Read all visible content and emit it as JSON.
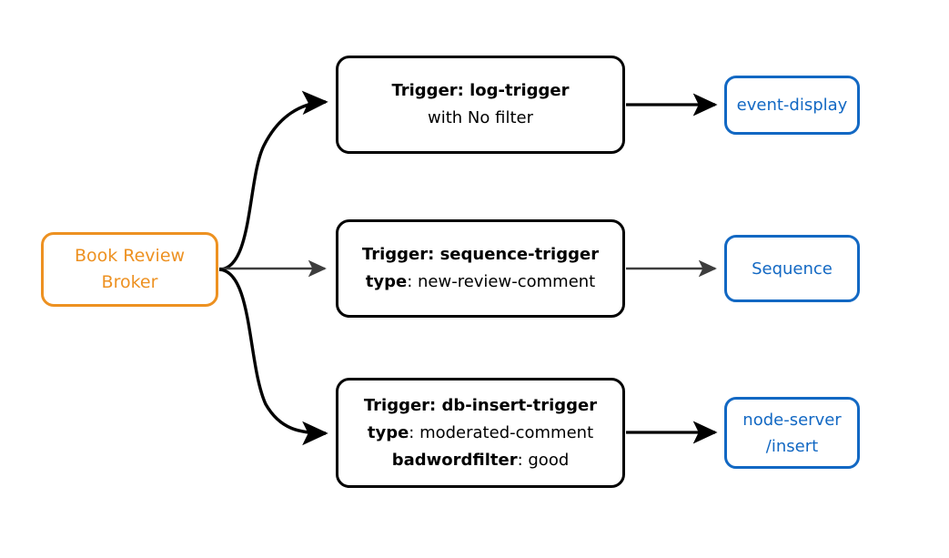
{
  "diagram": {
    "title": "Book Review Broker trigger routing",
    "background": "#ffffff",
    "colors": {
      "broker_accent": "#ED9121",
      "trigger_border": "#000000",
      "target_accent": "#1268C3",
      "edge_black": "#000000",
      "edge_gray": "#3D3D3D"
    }
  },
  "broker": {
    "name": "book-review-broker",
    "line1": "Book Review",
    "line2": "Broker"
  },
  "triggers": [
    {
      "id": "log-trigger",
      "line1_bold": "Trigger: log-trigger",
      "line2_bold": "",
      "line2_rest": "with No filter",
      "line3_bold": "",
      "line3_rest": ""
    },
    {
      "id": "sequence-trigger",
      "line1_bold": "Trigger: sequence-trigger",
      "line2_bold": "type",
      "line2_rest": ": new-review-comment",
      "line3_bold": "",
      "line3_rest": ""
    },
    {
      "id": "db-insert-trigger",
      "line1_bold": "Trigger: db-insert-trigger",
      "line2_bold": "type",
      "line2_rest": ": moderated-comment",
      "line3_bold": "badwordfilter",
      "line3_rest": ": good"
    }
  ],
  "targets": [
    {
      "id": "event-display",
      "line1": "event-display",
      "line2": ""
    },
    {
      "id": "sequence",
      "line1": "Sequence",
      "line2": ""
    },
    {
      "id": "node-server-insert",
      "line1": "node-server",
      "line2": "/insert"
    }
  ],
  "edges": [
    {
      "id": "broker-to-log-trigger",
      "from": "book-review-broker",
      "to": "log-trigger",
      "style": "curved",
      "color": "#000000"
    },
    {
      "id": "broker-to-sequence-trigger",
      "from": "book-review-broker",
      "to": "sequence-trigger",
      "style": "straight",
      "color": "#3D3D3D"
    },
    {
      "id": "broker-to-db-insert-trigger",
      "from": "book-review-broker",
      "to": "db-insert-trigger",
      "style": "curved",
      "color": "#000000"
    },
    {
      "id": "log-trigger-to-event-display",
      "from": "log-trigger",
      "to": "event-display",
      "style": "straight",
      "color": "#000000"
    },
    {
      "id": "sequence-trigger-to-sequence",
      "from": "sequence-trigger",
      "to": "sequence",
      "style": "straight",
      "color": "#3D3D3D"
    },
    {
      "id": "db-insert-trigger-to-node-server",
      "from": "db-insert-trigger",
      "to": "node-server-insert",
      "style": "straight",
      "color": "#000000"
    }
  ]
}
